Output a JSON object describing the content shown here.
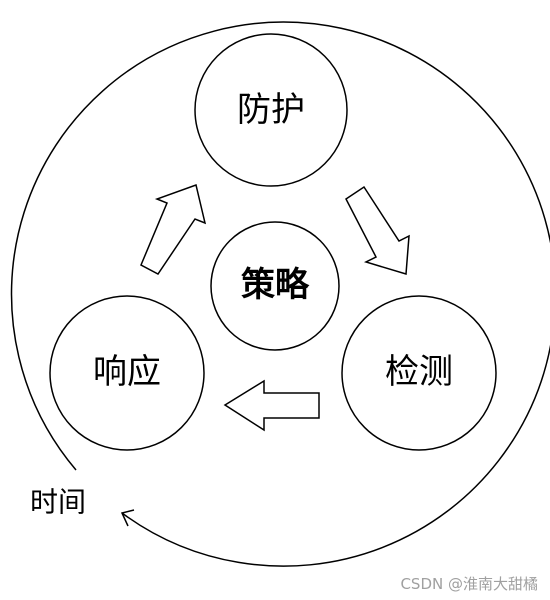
{
  "diagram": {
    "nodes": {
      "top": "防护",
      "right": "检测",
      "left": "响应",
      "center": "策略"
    },
    "outer_label": "时间"
  },
  "watermark": "CSDN @淮南大甜橘",
  "colors": {
    "stroke": "#000000",
    "fill": "#ffffff",
    "watermark": "#a0a0a0"
  }
}
